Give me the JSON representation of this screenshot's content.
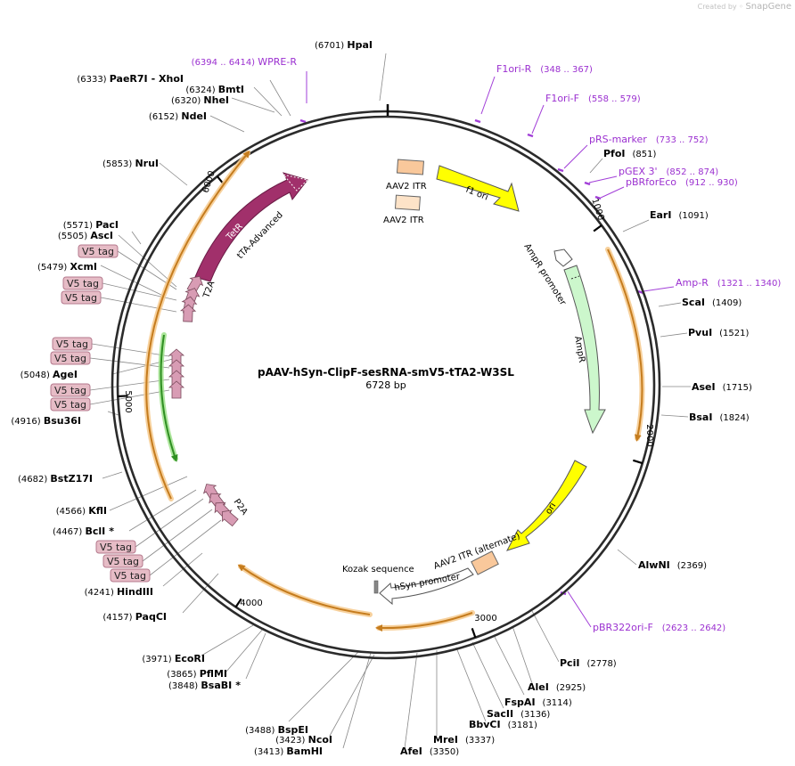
{
  "credit": {
    "prefix": "Created by",
    "brand": "SnapGene"
  },
  "plasmid": {
    "name": "pAAV-hSyn-ClipF-sesRNA-smV5-tTA2-W3SL",
    "size_label": "6728 bp",
    "length": 6728
  },
  "ticks": [
    "1000",
    "2000",
    "3000",
    "4000",
    "5000",
    "6000"
  ],
  "sites": [
    {
      "name": "HpaI",
      "pos": "(6701)",
      "at": 6701
    },
    {
      "name": "PfoI",
      "pos": "(851)",
      "at": 851
    },
    {
      "name": "EarI",
      "pos": "(1091)",
      "at": 1091
    },
    {
      "name": "ScaI",
      "pos": "(1409)",
      "at": 1409
    },
    {
      "name": "PvuI",
      "pos": "(1521)",
      "at": 1521
    },
    {
      "name": "AseI",
      "pos": "(1715)",
      "at": 1715
    },
    {
      "name": "BsaI",
      "pos": "(1824)",
      "at": 1824
    },
    {
      "name": "AlwNI",
      "pos": "(2369)",
      "at": 2369
    },
    {
      "name": "PciI",
      "pos": "(2778)",
      "at": 2778
    },
    {
      "name": "AleI",
      "pos": "(2925)",
      "at": 2925
    },
    {
      "name": "FspAI",
      "pos": "(3114)",
      "at": 3114
    },
    {
      "name": "SacII",
      "pos": "(3136)",
      "at": 3136
    },
    {
      "name": "BbvCI",
      "pos": "(3181)",
      "at": 3181
    },
    {
      "name": "MreI",
      "pos": "(3337)",
      "at": 3337
    },
    {
      "name": "AfeI",
      "pos": "(3350)",
      "at": 3350
    },
    {
      "name": "BamHI",
      "pos": "(3413)",
      "at": 3413
    },
    {
      "name": "NcoI",
      "pos": "(3423)",
      "at": 3423
    },
    {
      "name": "BspEI",
      "pos": "(3488)",
      "at": 3488
    },
    {
      "name": "BsaBI",
      "pos": "(3848)",
      "at": 3848,
      "mark": "*"
    },
    {
      "name": "PflMI",
      "pos": "(3865)",
      "at": 3865
    },
    {
      "name": "EcoRI",
      "pos": "(3971)",
      "at": 3971
    },
    {
      "name": "PaqCI",
      "pos": "(4157)",
      "at": 4157
    },
    {
      "name": "HindIII",
      "pos": "(4241)",
      "at": 4241
    },
    {
      "name": "BclI",
      "pos": "(4467)",
      "at": 4467,
      "mark": "*"
    },
    {
      "name": "KflI",
      "pos": "(4566)",
      "at": 4566
    },
    {
      "name": "BstZ17I",
      "pos": "(4682)",
      "at": 4682
    },
    {
      "name": "Bsu36I",
      "pos": "(4916)",
      "at": 4916
    },
    {
      "name": "AgeI",
      "pos": "(5048)",
      "at": 5048
    },
    {
      "name": "XcmI",
      "pos": "(5479)",
      "at": 5479
    },
    {
      "name": "AscI",
      "pos": "(5505)",
      "at": 5505
    },
    {
      "name": "PacI",
      "pos": "(5571)",
      "at": 5571
    },
    {
      "name": "NruI",
      "pos": "(5853)",
      "at": 5853
    },
    {
      "name": "NdeI",
      "pos": "(6152)",
      "at": 6152
    },
    {
      "name": "NheI",
      "pos": "(6320)",
      "at": 6320
    },
    {
      "name": "BmtI",
      "pos": "(6324)",
      "at": 6324
    },
    {
      "name": "PaeR7I",
      "pos": "(6333)",
      "at": 6333,
      "extra": "- XhoI"
    }
  ],
  "primers": [
    {
      "name": "WPRE-R",
      "range": "(6394 .. 6414)",
      "at": 6404
    },
    {
      "name": "F1ori-R",
      "range": "(348 .. 367)",
      "at": 357
    },
    {
      "name": "F1ori-F",
      "range": "(558 .. 579)",
      "at": 568
    },
    {
      "name": "pRS-marker",
      "range": "(733 .. 752)",
      "at": 742
    },
    {
      "name": "pGEX 3'",
      "range": "(852 .. 874)",
      "at": 863
    },
    {
      "name": "pBRforEco",
      "range": "(912 .. 930)",
      "at": 921
    },
    {
      "name": "Amp-R",
      "range": "(1321 .. 1340)",
      "at": 1330
    },
    {
      "name": "pBR322ori-F",
      "range": "(2623 .. 2642)",
      "at": 2632
    }
  ],
  "tags": [
    "V5 tag",
    "V5 tag",
    "V5 tag",
    "V5 tag",
    "V5 tag",
    "V5 tag",
    "V5 tag",
    "V5 tag",
    "V5 tag",
    "V5 tag"
  ],
  "features": {
    "aav2_itr": "AAV2 ITR",
    "aav2_itr_alt": "AAV2 ITR (alternate)",
    "f1_ori": "f1 ori",
    "ampr_promoter": "AmpR promoter",
    "ampr": "AmpR",
    "ori": "ori",
    "kozak": "Kozak sequence",
    "hsyn": "hSyn promoter",
    "p2a": "P2A",
    "t2a": "T2A",
    "tetr": "TetR",
    "tta": "tTA-Advanced"
  },
  "colors": {
    "backbone": "#2b2b2b",
    "primer": "#a23fd8",
    "orf_halo": "#f6c98c",
    "orf_line": "#c57c1e",
    "f1_ori": "#ffff00",
    "ampr": "#ccf7cc",
    "ori": "#ffff00",
    "itr": "#f9c89b",
    "tta": "#a1306b",
    "tag_fill": "#e6bcc6",
    "tag_border": "#b4788c",
    "small_arrow": "#d89cb4",
    "green_orf": "#40b030"
  }
}
